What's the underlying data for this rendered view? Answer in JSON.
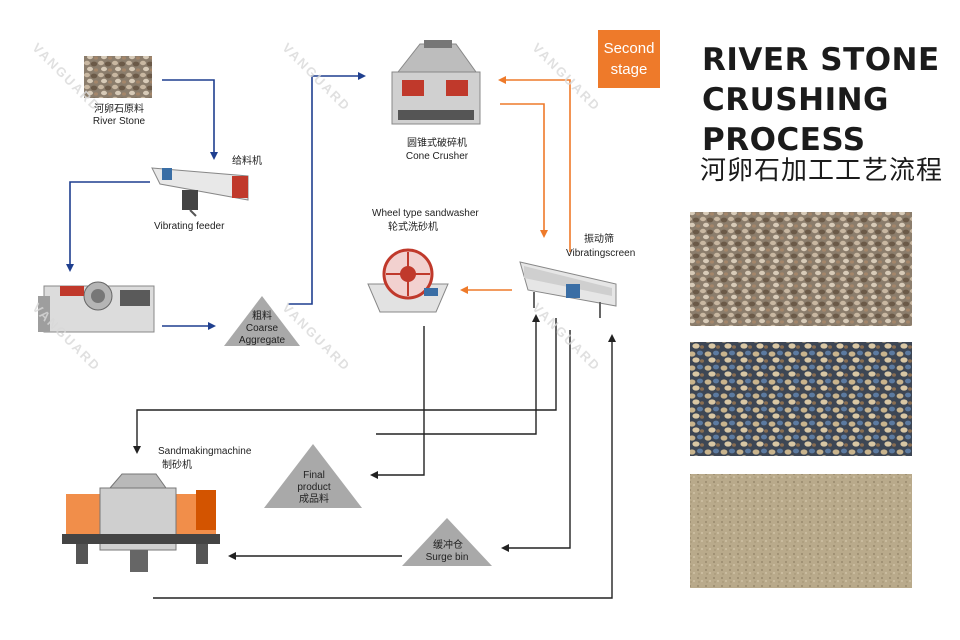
{
  "title_lines": [
    "RIVER STONE",
    "CRUSHING",
    "PROCESS"
  ],
  "title_cn": "河卵石加工工艺流程",
  "stage_badge": {
    "line1": "Second",
    "line2": "stage",
    "color": "#ee7a2a"
  },
  "nodes": {
    "river_stone": {
      "cn": "河卵石原料",
      "en": "River Stone"
    },
    "vibrating_feeder": {
      "cn": "给料机",
      "en": "Vibrating feeder"
    },
    "cone_crusher": {
      "cn": "圆锥式破碎机",
      "en": "Cone Crusher"
    },
    "wheel_washer": {
      "en": "Wheel type sandwasher",
      "cn": "轮式洗砂机"
    },
    "vibrating_screen": {
      "cn": "振动筛",
      "en": "Vibratingscreen"
    },
    "coarse_aggregate": {
      "cn": "粗料",
      "en_line1": "Coarse",
      "en_line2": "Aggregate"
    },
    "sand_making": {
      "en": "Sandmakingmachine",
      "cn": "制砂机"
    },
    "final_product": {
      "en_line1": "Final",
      "en_line2": "product",
      "cn": "成品料"
    },
    "surge_bin": {
      "cn": "缓冲仓",
      "en": "Surge bin"
    }
  },
  "watermark_text": "VANGUARD",
  "colors": {
    "arrow_blue": "#1f3f8f",
    "arrow_orange": "#ee7a2a",
    "arrow_black": "#222222",
    "triangle_gray": "#a9a9a9"
  }
}
